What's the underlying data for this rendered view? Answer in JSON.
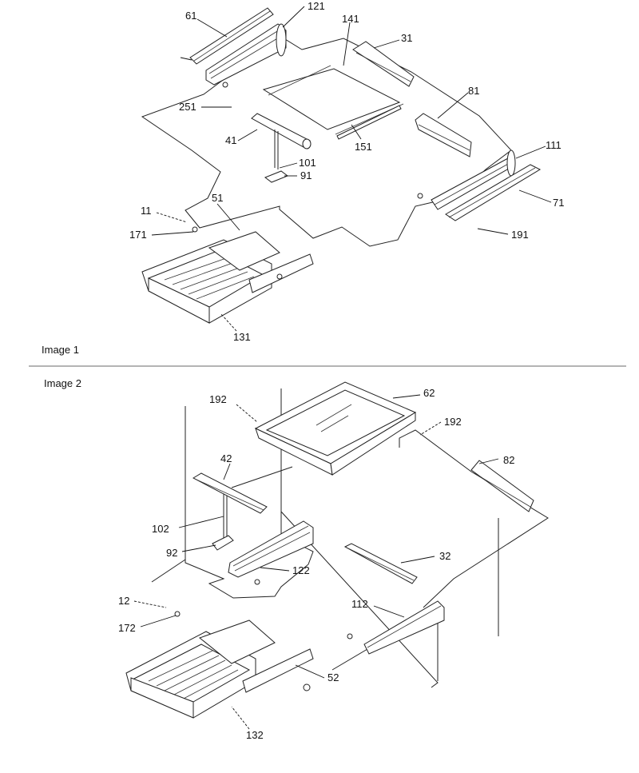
{
  "captions": {
    "image1": "Image 1",
    "image2": "Image 2"
  },
  "image1": {
    "callouts": {
      "c61": "61",
      "c121": "121",
      "c141": "141",
      "c31": "31",
      "c81": "81",
      "c251": "251",
      "c41": "41",
      "c151": "151",
      "c111": "111",
      "c101": "101",
      "c91": "91",
      "c71": "71",
      "c51": "51",
      "c11": "11",
      "c171": "171",
      "c191": "191",
      "c131": "131"
    }
  },
  "image2": {
    "callouts": {
      "c62": "62",
      "c192a": "192",
      "c192b": "192",
      "c82": "82",
      "c42": "42",
      "c102": "102",
      "c92": "92",
      "c122": "122",
      "c32": "32",
      "c12": "12",
      "c172": "172",
      "c112": "112",
      "c52": "52",
      "c132": "132"
    }
  }
}
